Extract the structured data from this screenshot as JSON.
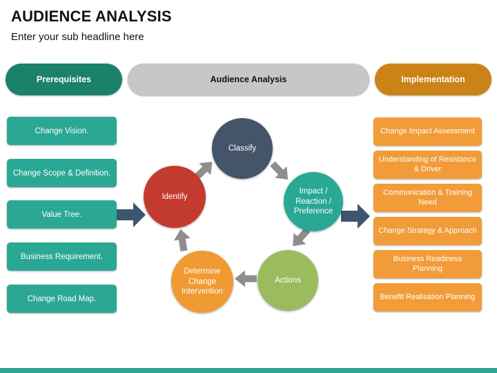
{
  "slide": {
    "title": "AUDIENCE ANALYSIS",
    "subtitle": "Enter your sub headline here"
  },
  "headers": {
    "prerequisites": "Prerequisites",
    "center": "Audience Analysis",
    "implementation": "Implementation"
  },
  "prerequisites_items": [
    "Change Vision.",
    "Change Scope & Definition.",
    "Value Tree.",
    "Business Requirement.",
    "Change Road Map."
  ],
  "implementation_items": [
    "Change Impact Assessment",
    "Understanding of Resistance & Driver",
    "Communication & Training Need",
    "Change Strategy & Approach",
    "Business Readiness Planning",
    "Benefit Realisation Planning"
  ],
  "cycle": {
    "steps": [
      {
        "label": "Identify",
        "color": "#C23B2D"
      },
      {
        "label": "Classify",
        "color": "#445469"
      },
      {
        "label": "Impact / Reaction / Preference",
        "color": "#29A894"
      },
      {
        "label": "Actions",
        "color": "#9CBB5E"
      },
      {
        "label": "Determine Change Intervention",
        "color": "#F09A33"
      }
    ]
  },
  "colors": {
    "prereq_pill": "#1B8168",
    "center_pill": "#C7C7C7",
    "impl_pill": "#CB8318",
    "prereq_box": "#2BA893",
    "impl_box": "#F19C38",
    "flow_arrow": "#3C566F",
    "cycle_arrow": "#8E8E8E",
    "footer_bar": "#2BA893"
  }
}
